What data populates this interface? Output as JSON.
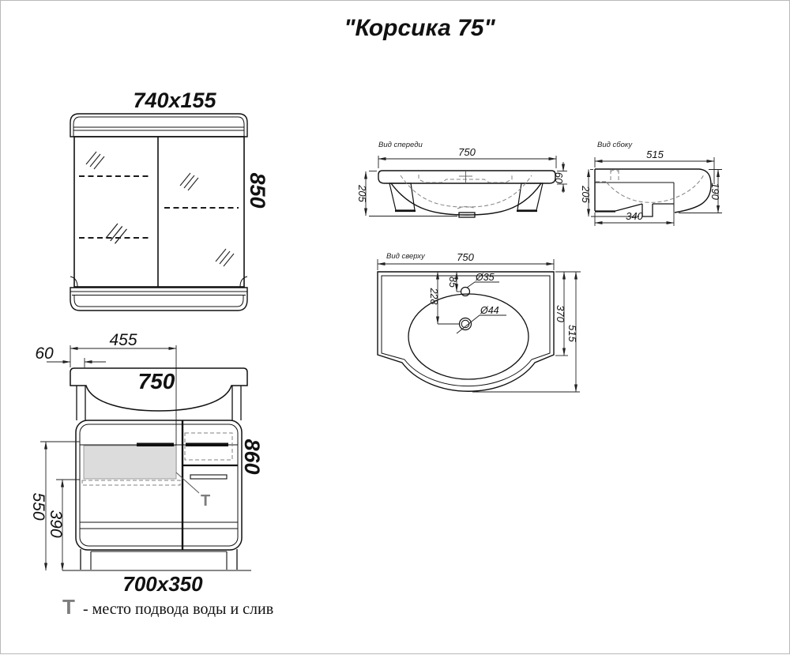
{
  "title": "\"Корсика 75\"",
  "mirror_cabinet": {
    "size": "740x155",
    "height": "850"
  },
  "vanity": {
    "top_offset": "455",
    "side_offset": "60",
    "sink_width": "750",
    "height": "860",
    "drain_height": "550",
    "shelf_height": "390",
    "footprint": "700x350",
    "t_mark": "Т"
  },
  "views": {
    "front": {
      "label": "Вид спереди",
      "width": "750",
      "rim": "60",
      "height": "205"
    },
    "side": {
      "label": "Вид сбоку",
      "depth": "515",
      "back_height": "205",
      "front_height": "190",
      "base_depth": "340"
    },
    "top": {
      "label": "Вид сверху",
      "width": "750",
      "faucet_offset": "85",
      "drain_offset": "228",
      "faucet_hole": "Ø35",
      "drain_hole": "Ø44",
      "bowl_depth": "370",
      "total_depth": "515"
    }
  },
  "legend": {
    "symbol": "Т",
    "text": "- место подвода воды и слив"
  }
}
